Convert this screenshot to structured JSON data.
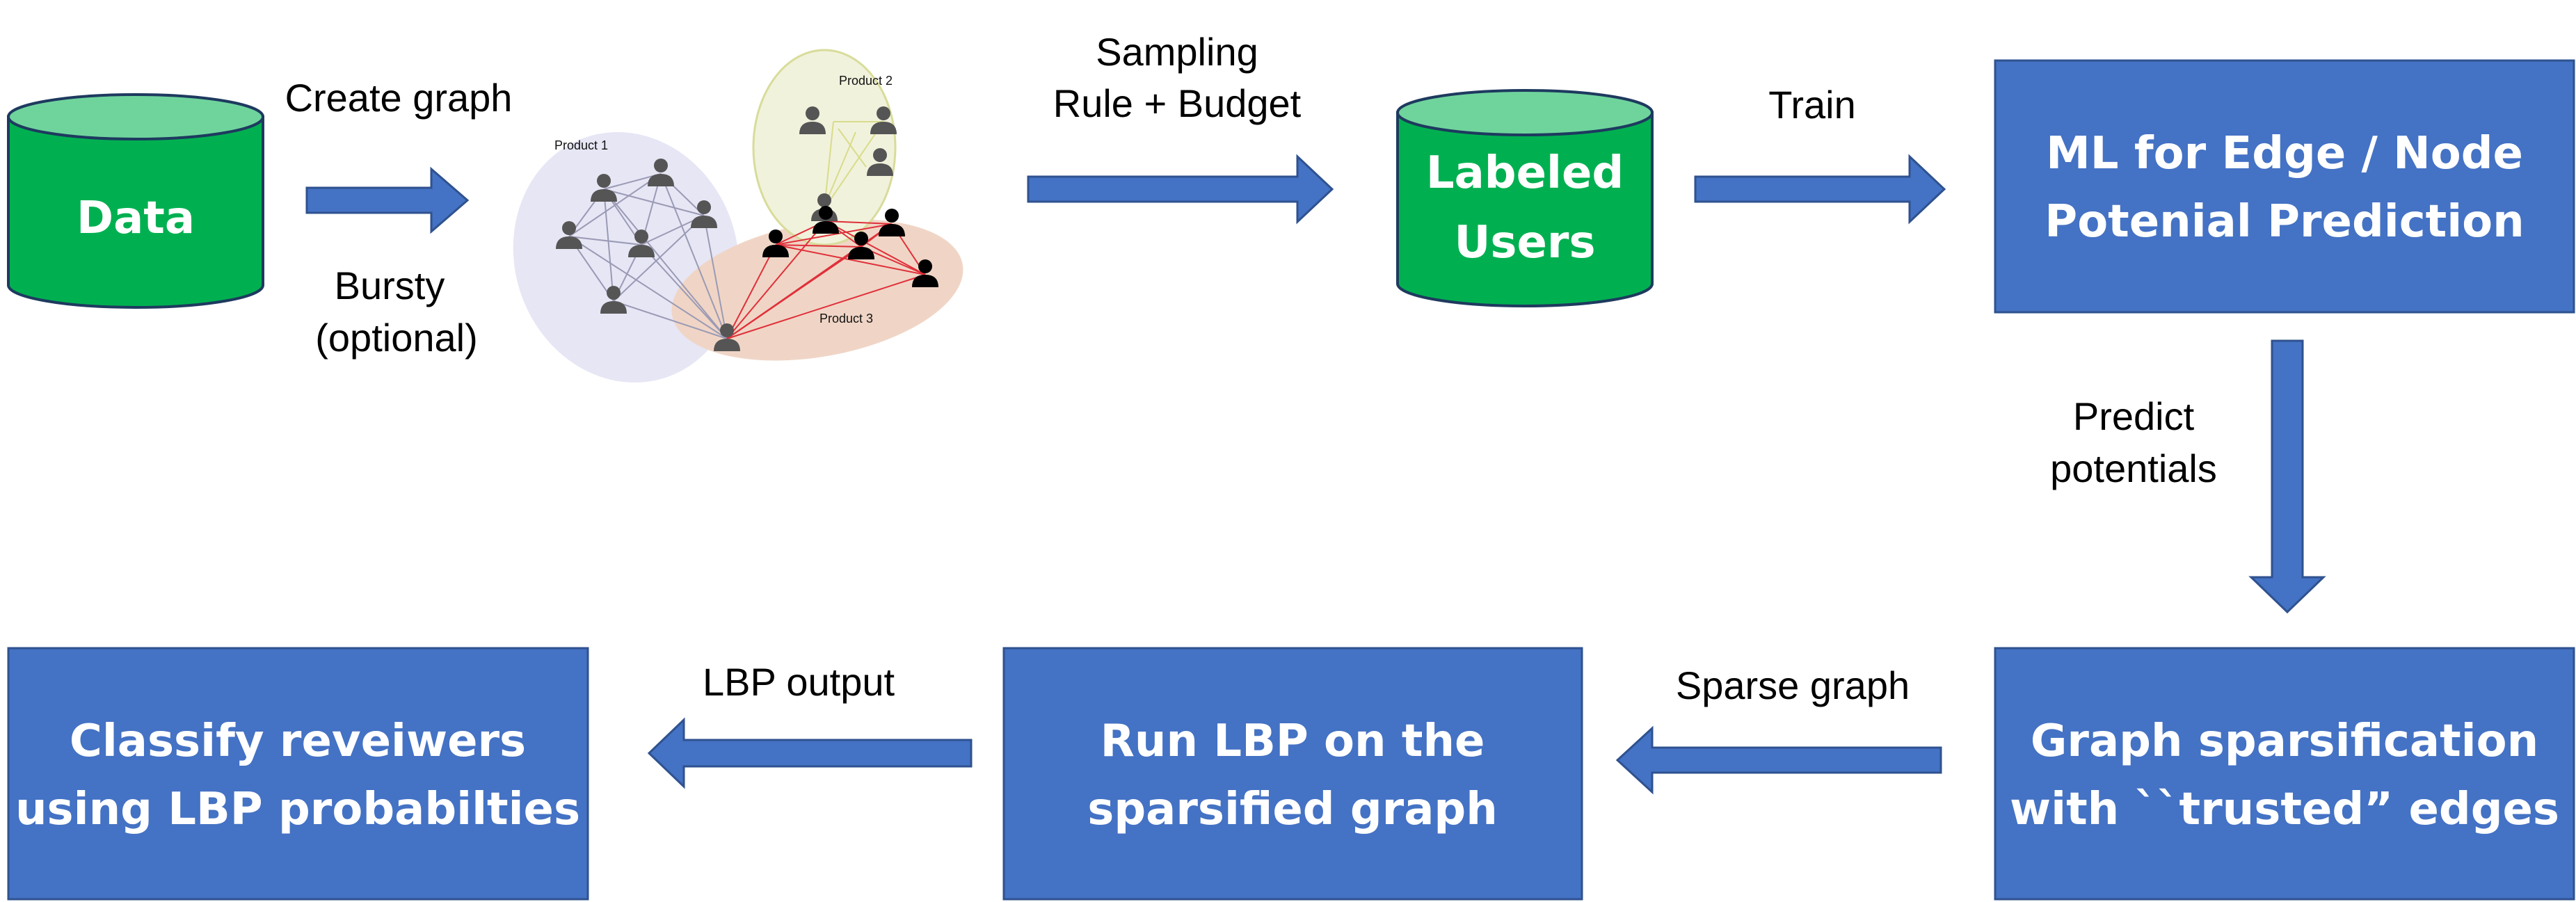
{
  "colors": {
    "box_fill": "#4472C4",
    "box_stroke": "#2F528F",
    "db_fill": "#00B050",
    "db_top": "#6FD49C",
    "db_stroke": "#1E3A5F",
    "arrow_fill": "#4472C4",
    "arrow_stroke": "#2F528F",
    "product1_blob": "#E6E6F5",
    "product2_blob": "#F1F2DC",
    "product3_blob": "#F0D5C6",
    "product1_edges": "#9A9AB5",
    "product2_edges": "#D8DC8A",
    "product3_edges": "#E0303A",
    "user_gray": "#555555",
    "user_black": "#000000"
  },
  "nodes": {
    "data": {
      "label": "Data"
    },
    "labeled_users": {
      "line1": "Labeled",
      "line2": "Users"
    },
    "ml": {
      "line1": "ML for Edge / Node",
      "line2": "Potenial Prediction"
    },
    "sparsify": {
      "line1": "Graph sparsification",
      "line2": "with ``trusted” edges"
    },
    "run_lbp": {
      "line1": "Run LBP on the",
      "line2": "sparsified graph"
    },
    "classify": {
      "line1": "Classify reveiwers",
      "line2": "using LBP probabilties"
    }
  },
  "edges": {
    "create_graph": {
      "label": "Create graph",
      "sublabel1": "Bursty",
      "sublabel2": "(optional)"
    },
    "sampling": {
      "line1": "Sampling",
      "line2": "Rule + Budget"
    },
    "train": {
      "label": "Train"
    },
    "predict": {
      "line1": "Predict",
      "line2": "potentials"
    },
    "sparse_graph": {
      "label": "Sparse graph"
    },
    "lbp_output": {
      "label": "LBP output"
    }
  },
  "graph_illustration": {
    "product1": "Product 1",
    "product2": "Product 2",
    "product3": "Product 3"
  }
}
